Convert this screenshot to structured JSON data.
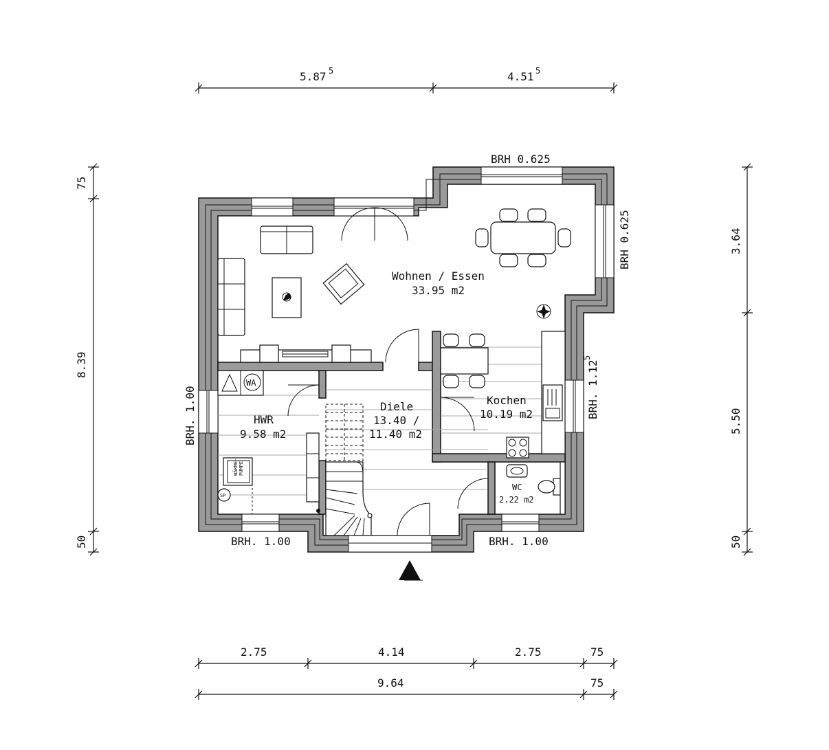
{
  "dimensions": {
    "top": [
      {
        "text": "5.87",
        "sup": "5"
      },
      {
        "text": "4.51",
        "sup": "5"
      }
    ],
    "bottom_row1": [
      "2.75",
      "4.14",
      "2.75",
      "75"
    ],
    "bottom_row2": [
      "9.64",
      "75"
    ],
    "left": [
      "75",
      "8.39",
      "50"
    ],
    "right": [
      "3.64",
      "5.50",
      "50"
    ]
  },
  "window_labels": {
    "top": "BRH 0.625",
    "right_upper": "BRH 0.625",
    "right_lower": {
      "text": "BRH. 1.12",
      "sup": "5"
    },
    "left": "BRH. 1.00",
    "bottom_left": "BRH. 1.00",
    "bottom_right": "BRH. 1.00"
  },
  "rooms": {
    "wohnen": {
      "name": "Wohnen / Essen",
      "area": "33.95 m2"
    },
    "diele": {
      "name": "Diele",
      "area1": "13.40 /",
      "area2": "11.40 m2"
    },
    "kochen": {
      "name": "Kochen",
      "area": "10.19 m2"
    },
    "hwr": {
      "name": "HWR",
      "area": "9.58 m2"
    },
    "wc": {
      "name": "WC",
      "area": "2.22 m2"
    }
  },
  "fixtures": {
    "washer": "WA",
    "heatpump_line1": "WÄRME-",
    "heatpump_line2": "PUMPE",
    "storage": "SP"
  }
}
